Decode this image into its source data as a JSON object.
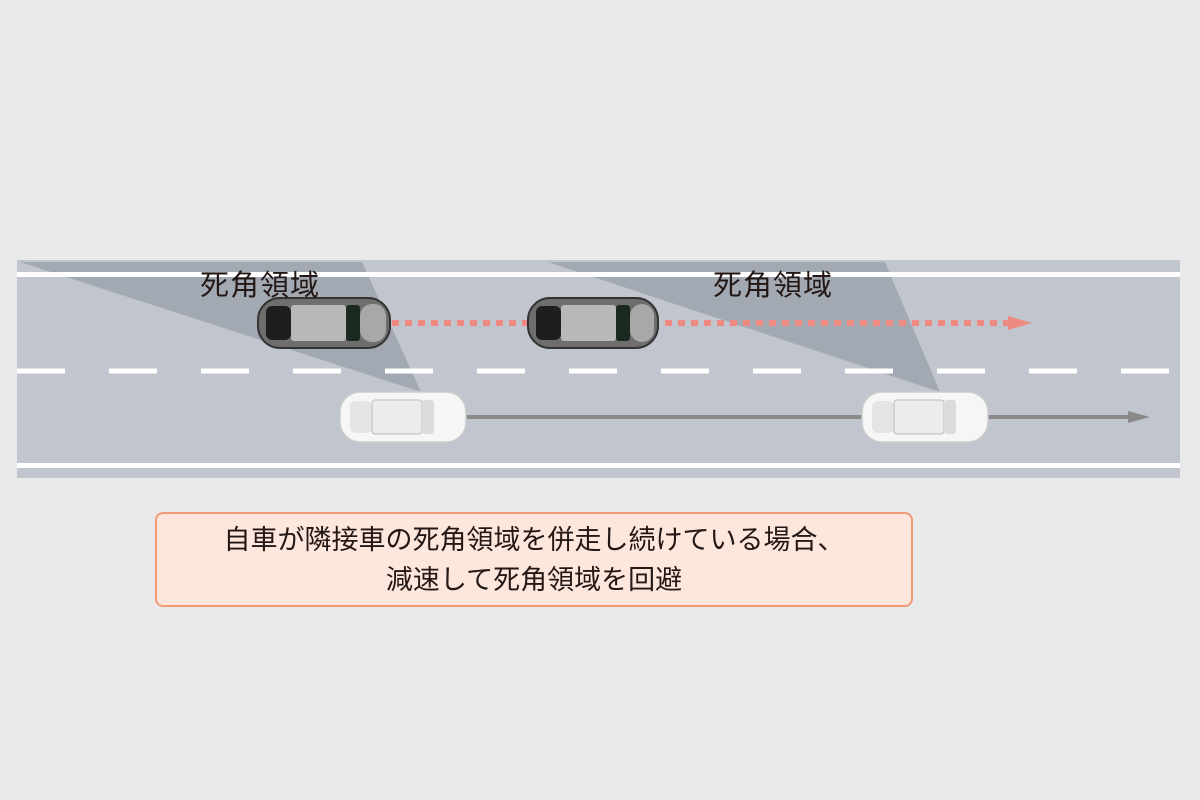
{
  "labels": {
    "blind_zone_1": "死角領域",
    "blind_zone_2": "死角領域"
  },
  "caption": {
    "line1": "自車が隣接車の死角領域を併走し続けている場合、",
    "line2": "減速して死角領域を回避"
  },
  "colors": {
    "road": "#c1c5ce",
    "blind_zone": "#9ea3ad",
    "red_path": "#ee8a82",
    "own_path": "#8a8a8a",
    "caption_bg": "#fde6dc",
    "caption_border": "#f09a78"
  }
}
